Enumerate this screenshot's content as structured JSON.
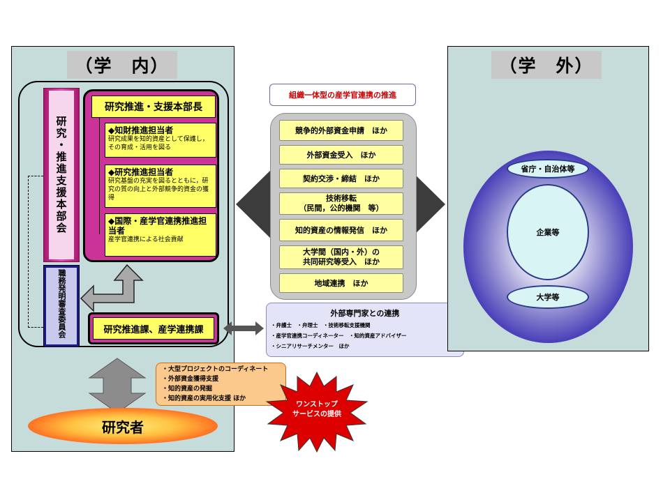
{
  "inside": {
    "title": "（学　内）",
    "committee": "研究・推進支援本部会",
    "director": "研究推進・支援本部長",
    "officers": [
      {
        "head": "◆知財推進担当者",
        "desc": "研究成果を知的資産として保護し，その育成・活用を図る"
      },
      {
        "head": "◆研究推進担当者",
        "desc": "研究基盤の充実を図るとともに，研究の質の向上と外部競争的資金の獲得"
      },
      {
        "head": "◆国際・産学官連携推進担当者",
        "desc": "産学官連携による社会貢献"
      }
    ],
    "invention_committee": "職務発明審査委員会",
    "section": "研究推進課、産学連携課",
    "support_list": [
      "・大型プロジェクトのコーディネート",
      "・外部資金獲得支援",
      "・知的資産の発掘",
      "・知的資産の実用化支援 ほか"
    ],
    "researcher": "研究者"
  },
  "center": {
    "header": "組織一体型の産学官連携の推進",
    "items": [
      "競争的外部資金申請　ほか",
      "外部資金受入　ほか",
      "契約交渉・締結　ほか",
      "技術移転\n（民間，公的機関　等）",
      "知的資産の情報発信　ほか",
      "大学間（国内・外）の\n共同研究等受入　ほか",
      "地域連携　ほか"
    ],
    "experts": {
      "title": "外部専門家との連携",
      "lines": [
        "・弁護士　・弁理士　・技術移転支援機関",
        "・産学官連携コーディネーター　・知的資産アドバイザー",
        "・シニアリサーチメンター　ほか"
      ]
    },
    "onestop": "ワンストップ\nサービスの提供"
  },
  "outside": {
    "title": "（学　外）",
    "entities": [
      "省庁・自治体等",
      "企業等",
      "大学等"
    ]
  },
  "colors": {
    "panel": "#c5dcdb",
    "magenta": "#cc3399",
    "yellow": "#ffff66",
    "red": "#cc0000",
    "navy": "#1a1a8c",
    "orange": "#ff9933"
  }
}
